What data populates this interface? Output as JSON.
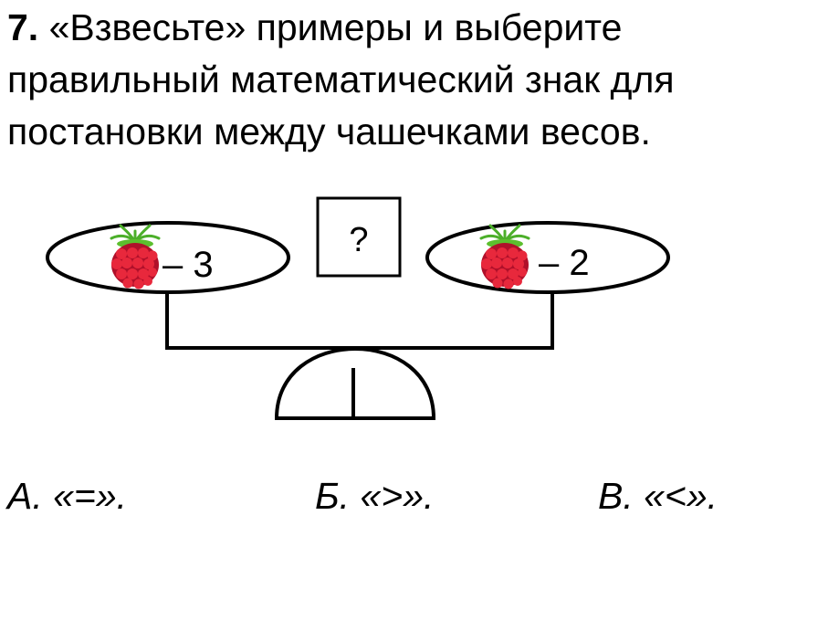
{
  "task": {
    "number": "7.",
    "text": "«Взвесьте» примеры и выберите правильный математический знак для постановки между чашечками весов."
  },
  "scale": {
    "left_pan": {
      "icon": "raspberry-icon",
      "expression": "– 3"
    },
    "right_pan": {
      "icon": "raspberry-icon",
      "expression": "– 2"
    },
    "unknown_sign": "?"
  },
  "answers": [
    {
      "label": "А. «=»."
    },
    {
      "label": "Б. «>»."
    },
    {
      "label": "В. «<»."
    }
  ],
  "colors": {
    "raspberry": "#e8283c",
    "raspberry_dark": "#b0102a",
    "leaves": "#4caf2a"
  }
}
